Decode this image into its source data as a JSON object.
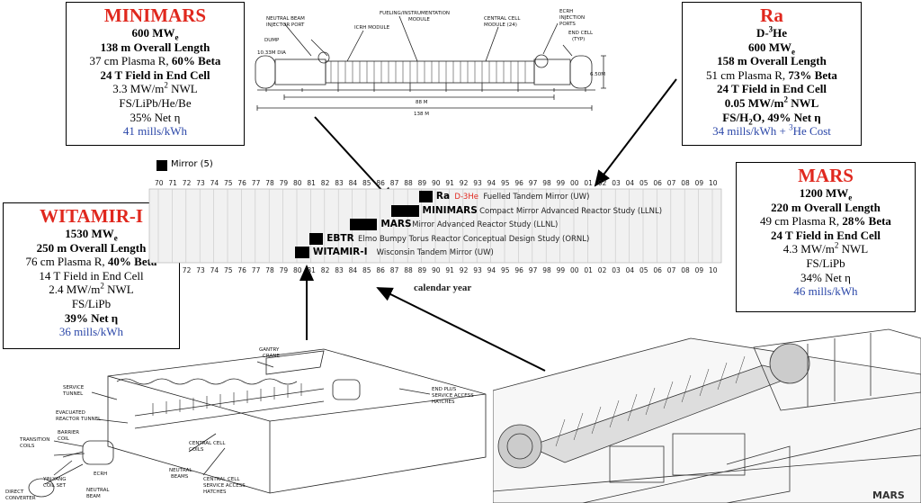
{
  "minimars": {
    "title": "MINIMARS",
    "power": "600 MW",
    "power_sub": "e",
    "length": "138 m Overall Length",
    "plasma_pre": "37 cm Plasma R, ",
    "plasma_beta": "60% Beta",
    "field": "24 T Field in End Cell",
    "nwl_pre": "3.3 MW/m",
    "nwl_sup": "2",
    "nwl_post": " NWL",
    "materials": "FS/LiPb/He/Be",
    "eta": "35% Net η",
    "cost": "41 mills/kWh"
  },
  "ra": {
    "title": "Ra",
    "fuel_pre": "D-",
    "fuel_sup": "3",
    "fuel_post": "He",
    "power": "600 MW",
    "power_sub": "e",
    "length": "158 m Overall Length",
    "plasma_pre": "51 cm Plasma R, ",
    "plasma_beta": "73% Beta",
    "field": "24 T Field in End Cell",
    "nwl": "0.05 MW/m",
    "nwl_sup": "2",
    "nwl_post": " NWL",
    "materials_pre": "FS/H",
    "materials_sub": "2",
    "materials_post": "O, 49% Net η",
    "cost_pre": "34 mills/kWh + ",
    "cost_sup": "3",
    "cost_post": "He Cost"
  },
  "mars": {
    "title": "MARS",
    "power": "1200 MW",
    "power_sub": "e",
    "length": "220 m Overall Length",
    "plasma_pre": "49 cm Plasma R, ",
    "plasma_beta": "28% Beta",
    "field": "24 T Field in End Cell",
    "nwl_pre": "4.3 MW/m",
    "nwl_sup": "2",
    "nwl_post": " NWL",
    "materials": "FS/LiPb",
    "eta": "34% Net η",
    "cost": "46 mills/kWh"
  },
  "witamir": {
    "title": "WITAMIR-I",
    "power": "1530 MW",
    "power_sub": "e",
    "length": "250 m Overall Length",
    "plasma_pre": "76 cm Plasma R, ",
    "plasma_beta": "40% Beta",
    "field": "14 T Field in End Cell",
    "nwl_pre": "2.4 MW/m",
    "nwl_sup": "2",
    "nwl_post": " NWL",
    "materials": "FS/LiPb",
    "eta": "39% Net η",
    "cost": "36 mills/kWh"
  },
  "timeline": {
    "legend": "Mirror (5)",
    "top_years": [
      "70",
      "71",
      "72",
      "73",
      "74",
      "75",
      "76",
      "77",
      "78",
      "79",
      "80",
      "81",
      "82",
      "83",
      "84",
      "85",
      "86",
      "87",
      "88",
      "89",
      "90",
      "91",
      "92",
      "93",
      "94",
      "95",
      "96",
      "97",
      "98",
      "99",
      "00",
      "01",
      "02",
      "03",
      "04",
      "05",
      "06",
      "07",
      "08",
      "09",
      "10"
    ],
    "bottom_years": [
      "72",
      "73",
      "74",
      "75",
      "76",
      "77",
      "78",
      "79",
      "80",
      "81",
      "82",
      "83",
      "84",
      "85",
      "86",
      "87",
      "88",
      "89",
      "90",
      "91",
      "92",
      "93",
      "94",
      "95",
      "96",
      "97",
      "98",
      "99",
      "00",
      "01",
      "02",
      "03",
      "04",
      "05",
      "06",
      "07",
      "08",
      "09",
      "10"
    ],
    "axis_label": "calendar year",
    "studies": [
      {
        "label": "Ra",
        "fuel": "D-3He",
        "desc": "Fuelled Tandem Mirror (UW)",
        "start": 1988.8,
        "end": 1989.8
      },
      {
        "label": "MINIMARS",
        "desc": "Compact Mirror Advanced Reactor Study (LLNL)",
        "start": 1986.8,
        "end": 1988.8
      },
      {
        "label": "MARS",
        "desc": "Mirror Advanced Reactor Study (LLNL)",
        "start": 1983.8,
        "end": 1985.8
      },
      {
        "label": "EBTR",
        "desc": "Elmo Bumpy Torus Reactor Conceptual Design Study (ORNL)",
        "start": 1980.9,
        "end": 1981.9
      },
      {
        "label": "WITAMIR-I",
        "desc": "Wisconsin Tandem Mirror (UW)",
        "start": 1979.9,
        "end": 1980.9
      }
    ]
  },
  "minimars_drawing": {
    "labels": [
      "NEUTRAL BEAM",
      "INJECTOR PORT",
      "DUMP",
      "ICRH MODULE",
      "10.33M DIA",
      "FUELING/INSTRUMENTATION",
      "MODULE",
      "CENTRAL CELL",
      "MODULE (24)",
      "ECRH",
      "INJECTION",
      "PORTS",
      "END CELL",
      "(TYP)",
      "6.50M",
      "88 M",
      "138 M"
    ]
  },
  "witamir_drawing": {
    "labels": [
      "GANTRY",
      "CRANE",
      "SERVICE",
      "TUNNEL",
      "EVACUATED",
      "REACTOR TUNNEL",
      "BARRIER",
      "COIL",
      "TRANSITION",
      "COILS",
      "CENTRAL CELL",
      "COILS",
      "ECRH",
      "NEUTRAL",
      "BEAMS",
      "YIN-YANG",
      "COIL SET",
      "NEUTRAL",
      "BEAM",
      "DIRECT",
      "CONVERTER",
      "CENTRAL CELL",
      "SERVICE ACCESS",
      "HATCHES",
      "END PLUS",
      "SERVICE ACCESS",
      "HATCHES"
    ]
  },
  "mars_drawing": {
    "caption": "MARS"
  }
}
